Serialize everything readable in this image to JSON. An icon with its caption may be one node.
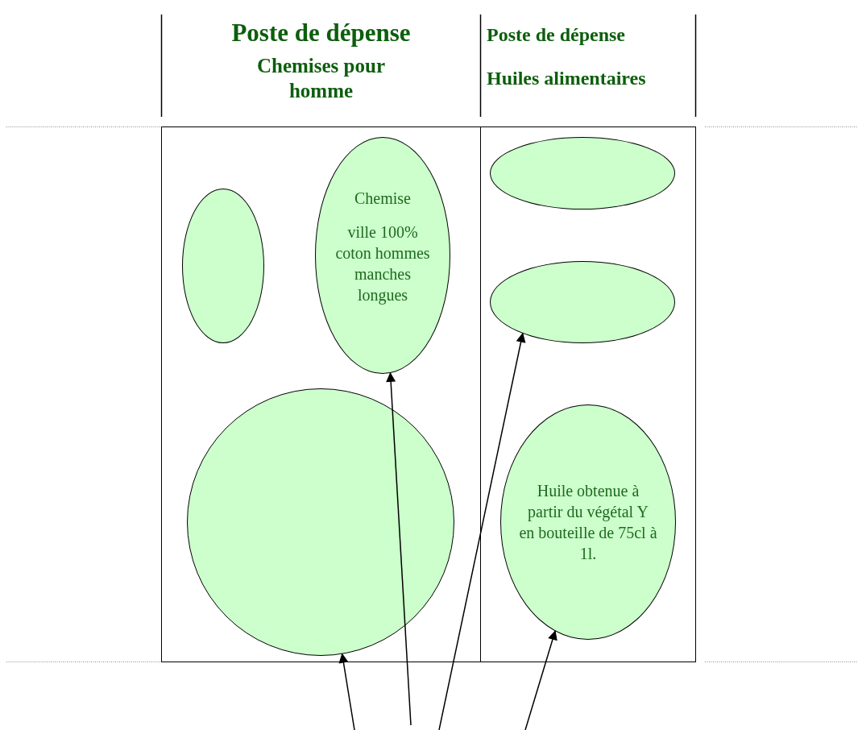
{
  "diagram": {
    "nodes": [
      {
        "text": [
          "Poste de dépense",
          "Chemises pour homme"
        ]
      },
      {
        "text": [
          "Poste de dépense",
          "Huiles alimentaires"
        ]
      },
      {
        "text": [],
        "shape": "ellipse",
        "in": 0
      },
      {
        "text": [
          "Chemise",
          "ville 100% coton hommes manches longues"
        ],
        "in": 0
      },
      {
        "text": [],
        "shape": "circle",
        "in": 0
      },
      {
        "text": [],
        "shape": "ellipse",
        "in": 1
      },
      {
        "text": [],
        "shape": "ellipse",
        "in": 1
      },
      {
        "text": [
          "Huile obtenue à partir du végétal Y en bouteille de 75cl à 1l."
        ],
        "in": 1
      }
    ],
    "edges": [
      {
        "from": null,
        "to": 4,
        "arrow": "to"
      },
      {
        "from": null,
        "to": 3,
        "arrow": "to"
      },
      {
        "from": null,
        "to": 6,
        "arrow": "to"
      },
      {
        "from": null,
        "to": 7,
        "arrow": "to"
      }
    ]
  }
}
